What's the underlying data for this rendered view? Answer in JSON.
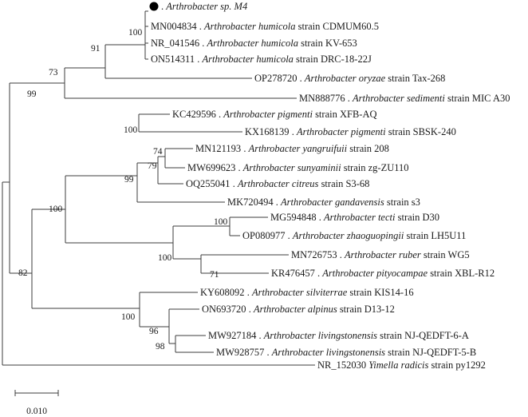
{
  "tree": {
    "taxa": [
      {
        "accession": "",
        "sep": ". ",
        "species": "Arthrobacter sp. M4",
        "strain": "",
        "marker": "filled-circle"
      },
      {
        "accession": "MN004834",
        "sep": " . ",
        "species": "Arthrobacter humicola",
        "strain": " strain CDMUM60.5"
      },
      {
        "accession": "NR_041546",
        "sep": " . ",
        "species": "Arthrobacter humicola",
        "strain": " strain KV-653"
      },
      {
        "accession": "ON514311",
        "sep": " . ",
        "species": "Arthrobacter humicola",
        "strain": " strain DRC-18-22J"
      },
      {
        "accession": "OP278720",
        "sep": " . ",
        "species": "Arthrobacter oryzae",
        "strain": " strain Tax-268"
      },
      {
        "accession": "MN888776",
        "sep": " . ",
        "species": "Arthrobacter sedimenti",
        "strain": " strain MIC A30"
      },
      {
        "accession": "KC429596",
        "sep": " . ",
        "species": "Arthrobacter pigmenti",
        "strain": " strain XFB-AQ"
      },
      {
        "accession": "KX168139",
        "sep": " . ",
        "species": "Arthrobacter pigmenti",
        "strain": " strain SBSK-240"
      },
      {
        "accession": "MN121193",
        "sep": " . ",
        "species": "Arthrobacter yangruifuii",
        "strain": " strain 208"
      },
      {
        "accession": "MW699623",
        "sep": " . ",
        "species": "Arthrobacter sunyaminii",
        "strain": " strain zg-ZU110"
      },
      {
        "accession": "OQ255041",
        "sep": " . ",
        "species": "Arthrobacter citreus",
        "strain": " strain S3-68"
      },
      {
        "accession": "MK720494",
        "sep": " . ",
        "species": "Arthrobacter gandavensis",
        "strain": " strain s3"
      },
      {
        "accession": "MG594848",
        "sep": " . ",
        "species": "Arthrobacter tecti",
        "strain": " strain D30"
      },
      {
        "accession": "OP080977",
        "sep": " . ",
        "species": "Arthrobacter zhaoguopingii",
        "strain": " strain LH5U11"
      },
      {
        "accession": "MN726753",
        "sep": " . ",
        "species": "Arthrobacter ruber",
        "strain": " strain WG5"
      },
      {
        "accession": "KR476457",
        "sep": " . ",
        "species": "Arthrobacter pityocampae",
        "strain": " strain XBL-R12"
      },
      {
        "accession": "KY608092",
        "sep": " . ",
        "species": "Arthrobacter silviterrae",
        "strain": " strain KIS14-16"
      },
      {
        "accession": "ON693720",
        "sep": " . ",
        "species": "Arthrobacter alpinus",
        "strain": " strain D13-12"
      },
      {
        "accession": "MW927184",
        "sep": " . ",
        "species": "Arthrobacter livingstonensis",
        "strain": " strain NJ-QEDFT-6-A"
      },
      {
        "accession": "MW928757",
        "sep": " . ",
        "species": "Arthrobacter livingstonensis",
        "strain": " strain NJ-QEDFT-5-B"
      },
      {
        "accession": "NR_152030",
        "sep": " ",
        "species": "Yimella radicis",
        "strain": " strain py1292"
      }
    ],
    "bootstrap": [
      "100",
      "91",
      "73",
      "99",
      "100",
      "74",
      "79",
      "99",
      "100",
      "100",
      "100",
      "71",
      "82",
      "100",
      "96",
      "98"
    ],
    "scale_bar": {
      "label": "0.010",
      "value": 0.01
    }
  }
}
